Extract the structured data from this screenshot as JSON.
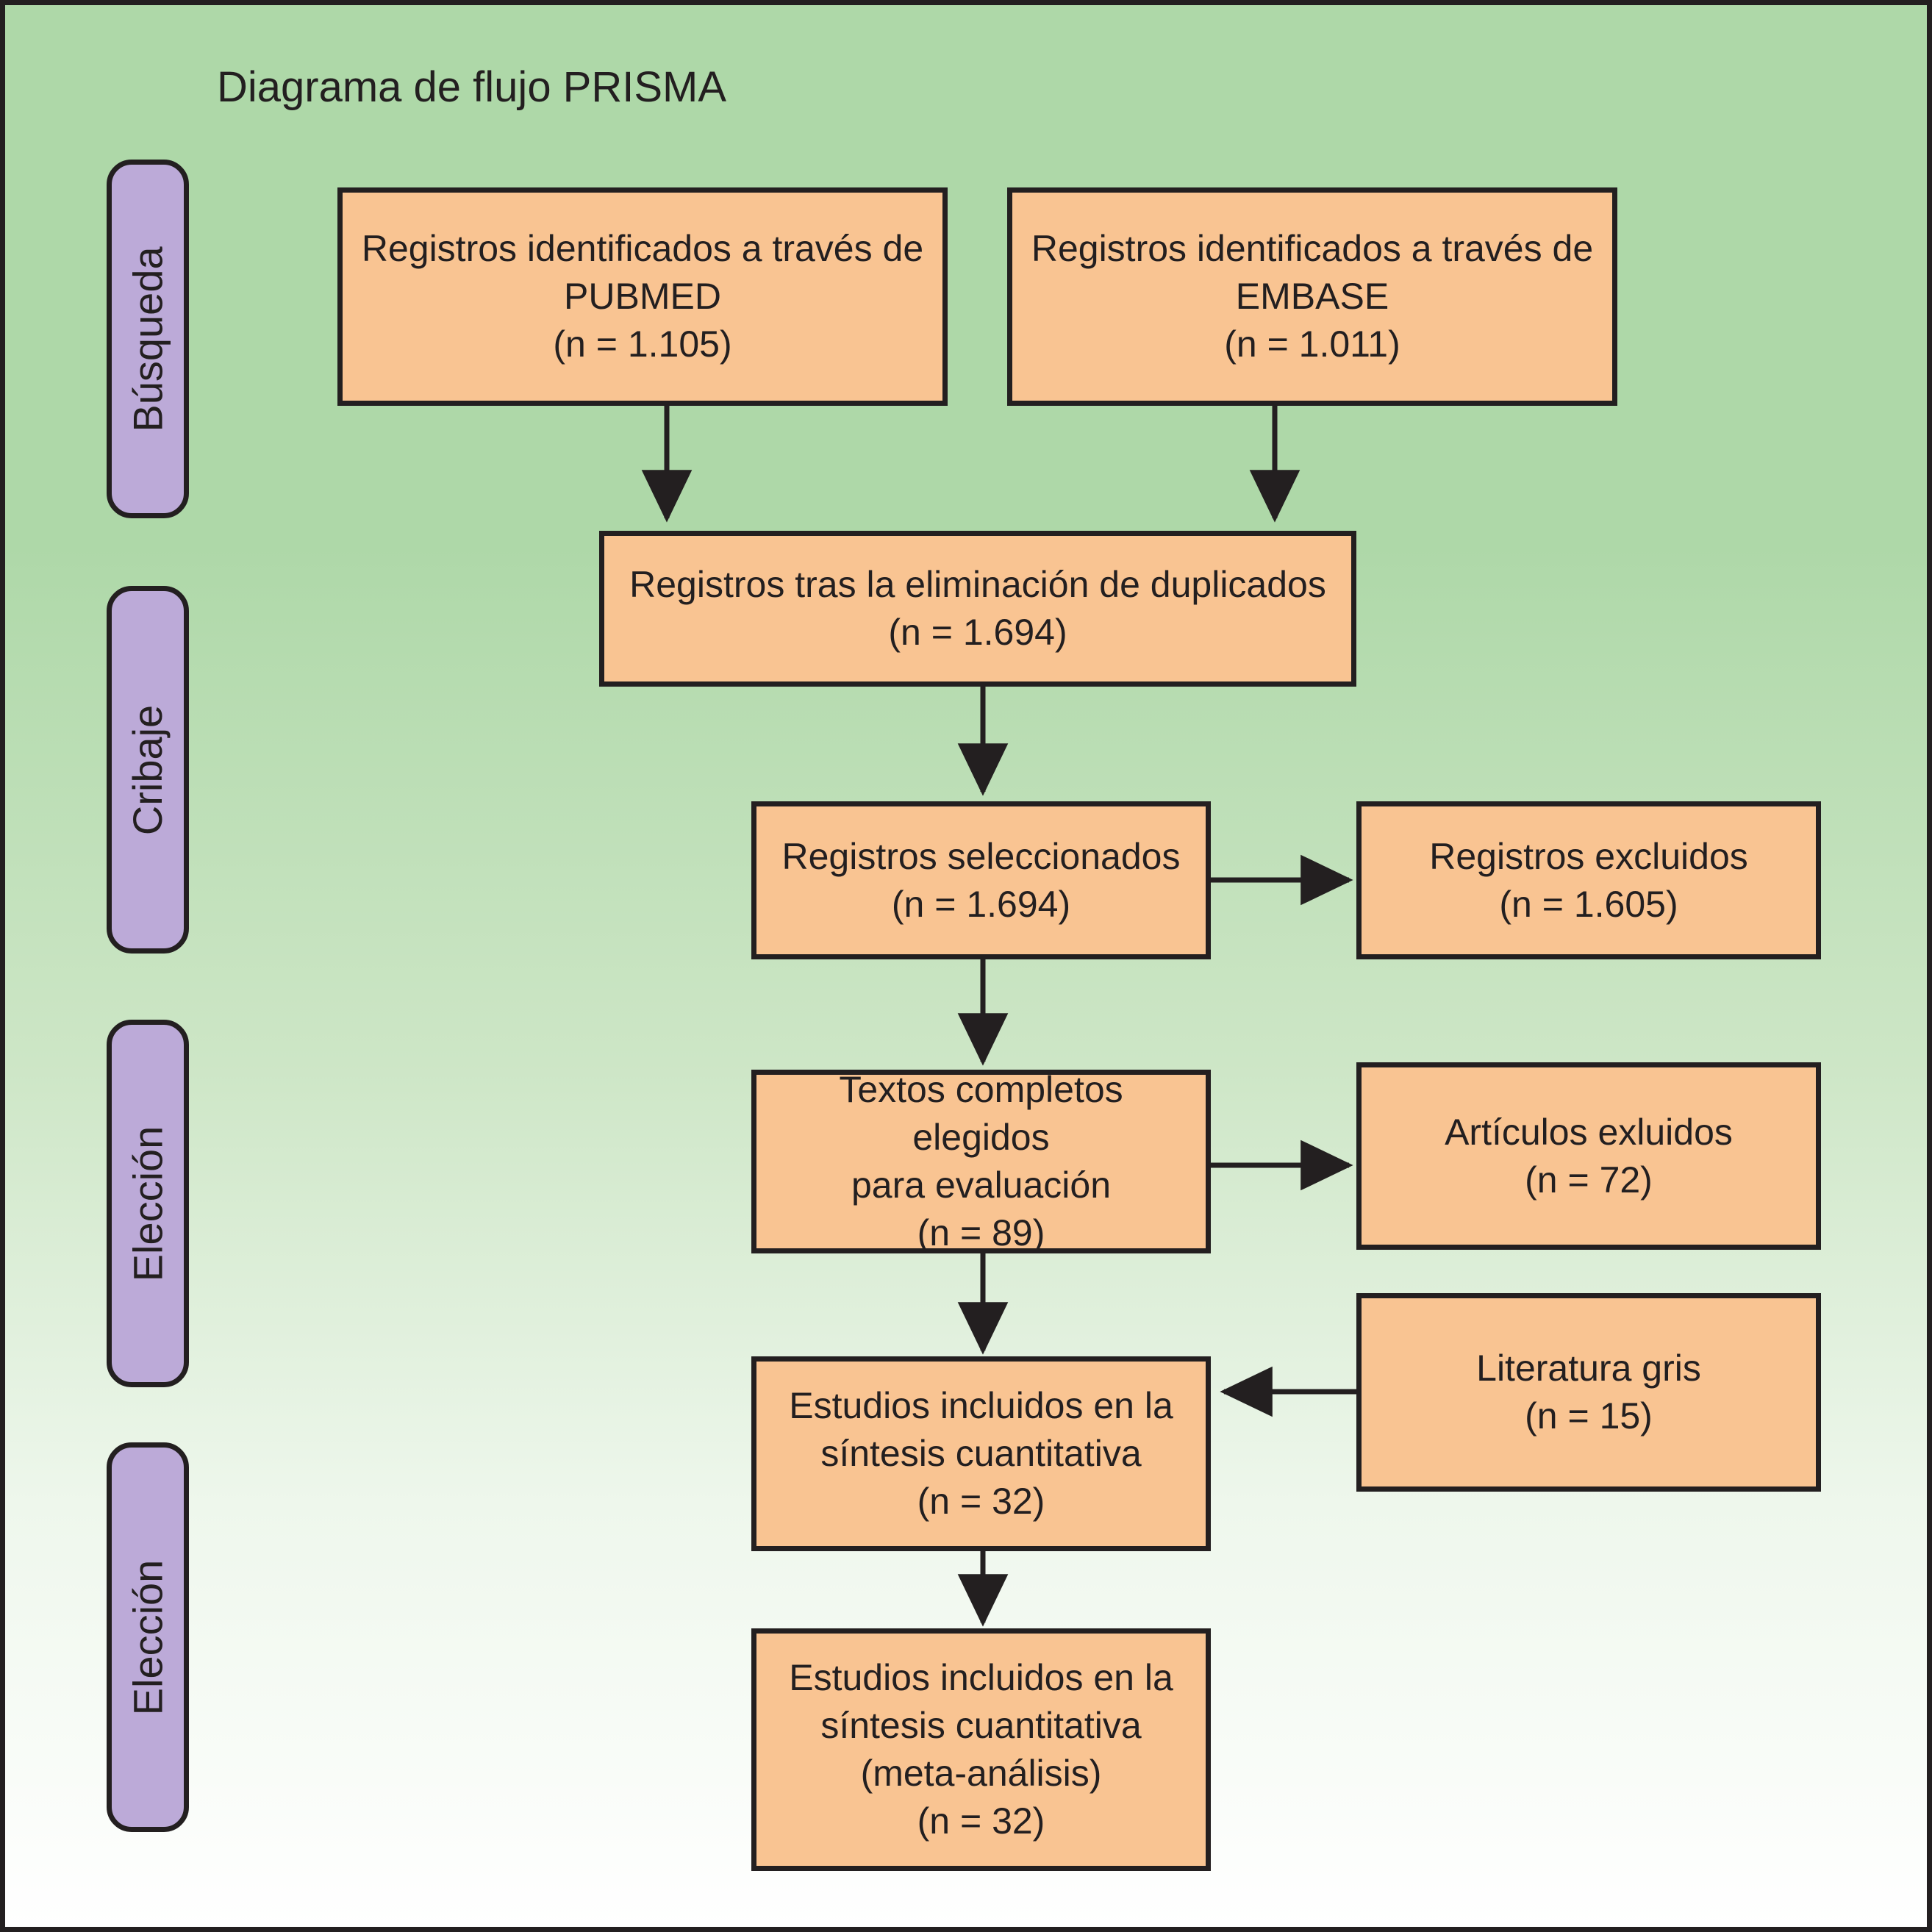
{
  "title": "Diagrama de flujo PRISMA",
  "colors": {
    "background_top": "#aed8a8",
    "background_bottom": "#ffffff",
    "box_fill": "#f9c492",
    "box_border": "#231f20",
    "stage_fill": "#bcaad8",
    "arrow": "#231f20",
    "text": "#231f20"
  },
  "stages": [
    {
      "label": "Búsqueda"
    },
    {
      "label": "Cribaje"
    },
    {
      "label": "Elección"
    },
    {
      "label": "Elección"
    }
  ],
  "boxes": {
    "pubmed": "Registros identificados a través de\nPUBMED\n(n = 1.105)",
    "embase": "Registros identificados a través de\nEMBASE\n(n = 1.011)",
    "duplicates": "Registros tras la eliminación de duplicados\n(n = 1.694)",
    "screened": "Registros seleccionados\n(n = 1.694)",
    "records_excluded": "Registros excluidos\n(n = 1.605)",
    "fulltext": "Textos completos elegidos\npara evaluación\n(n = 89)",
    "articles_excluded": "Artículos exluidos\n(n = 72)",
    "included_quant": "Estudios incluidos en la\nsíntesis cuantitativa\n(n = 32)",
    "grey_literature": "Literatura gris\n(n = 15)",
    "included_meta": "Estudios incluidos en la\nsíntesis cuantitativa\n(meta-análisis)\n(n = 32)"
  },
  "counts": {
    "pubmed": 1105,
    "embase": 1011,
    "duplicates_removed": 1694,
    "screened": 1694,
    "records_excluded": 1605,
    "fulltext_assessed": 89,
    "articles_excluded": 72,
    "included_quantitative": 32,
    "grey_literature": 15,
    "included_meta_analysis": 32
  }
}
